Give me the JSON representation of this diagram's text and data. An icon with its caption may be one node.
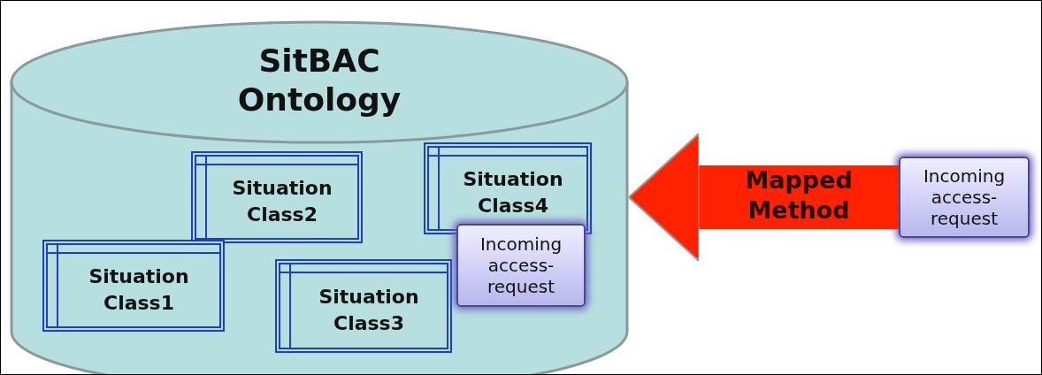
{
  "diagram": {
    "nodes": [
      {
        "text": [
          "SitBAC Ontology"
        ]
      },
      {
        "text": [
          "Situation Class2"
        ],
        "in": 0
      },
      {
        "text": [
          "Situation Class4"
        ],
        "in": 0
      },
      {
        "text": [
          "Situation Class1"
        ],
        "in": 0
      },
      {
        "text": [
          "Situation Class3"
        ],
        "in": 0
      },
      {
        "text": [
          "Incoming access-request"
        ],
        "in": 0
      },
      {
        "text": [
          "Incoming access-request"
        ]
      }
    ],
    "edges": [
      {
        "from": 6,
        "to": 0,
        "arrow": "to",
        "label": "Mapped Method",
        "color": "#ff2200"
      }
    ]
  }
}
